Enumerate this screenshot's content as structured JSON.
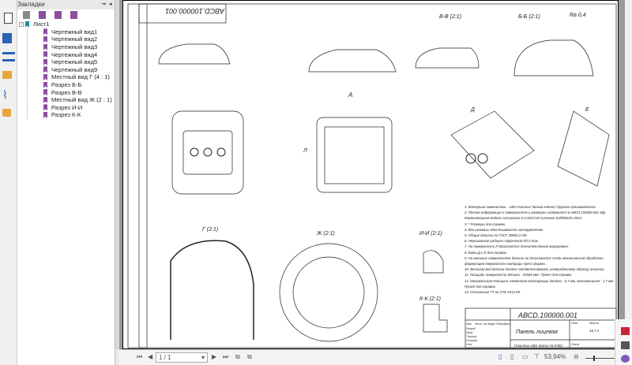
{
  "panel": {
    "title": "Закладки",
    "pin": "⇥",
    "collapse": "◂"
  },
  "sidebar_icons": [
    "page-icon",
    "pages-icon",
    "layers-icon",
    "comments-icon",
    "attachment-icon",
    "lock-icon"
  ],
  "tree": {
    "root": "Лист1",
    "items": [
      "Чертежный вид1",
      "Чертежный вид2",
      "Чертежный вид3",
      "Чертежный вид4",
      "Чертежный вид5",
      "Чертежный вид9",
      "Местный вид Г (4 : 1)",
      "Разрез Б-Б",
      "Разрез В-В",
      "Местный вид Ж (2 : 1)",
      "Разрез И-И",
      "Разрез К-К"
    ]
  },
  "drawing": {
    "stamp_inverted": "АВСD.100000.001",
    "views": {
      "a": "А",
      "bb": "Б-Б (2:1)",
      "vv": "В-В (2:1)",
      "g": "Г (2:1)",
      "zh": "Ж (2:1)",
      "ii": "И-И (2:1)",
      "kk": "К-К (2:1)",
      "d": "Д",
      "e": "Е",
      "l": "Л"
    },
    "roughness": "Ra 0,4",
    "notes": [
      "1. Материал-заменитель - ABS пластик \"Белый глянец\" другого производителя.",
      "2. Полная информация о поверхностях и размерах содержится в АВСD.100000.001 МД. Компьютерная модель построена в CAD/CAM системе SolidWorks 2013.",
      "3. * Размеры для справок.",
      "4. Все размеры обеспечиваются инструментом.",
      "5. Общие допуски по ГОСТ 30893.2-mK.",
      "6. Неуказанные радиусы скруглений R0,5 max.",
      "7. На поверхности Л допускается технологическая маркировка.",
      "8. Виды Д и Е для справок.",
      "9. На внешних поверхностях детали не допускаются следы механической обработки формующей поверхности матрицы пресс-формы.",
      "10. Внешний вид детали должен соответствовать утвержденному образцу-эталону.",
      "11. Площадь поверхности детали - 23565 мм². Пункт для справок.",
      "12. Минимальная толщина элементов конструкции детали - 0,7 мм, максимальная - 1,7 мм. Пункт для справок.",
      "13. Остальные ТТ по СТБ 1014-95."
    ],
    "title_block": {
      "designation": "АВСD.100000.001",
      "name": "Панель лицевая",
      "material": "Пластик ABS Starex HI-0760",
      "mass": "16,7 г",
      "headers": [
        "Изм.",
        "Лист",
        "№ докум.",
        "Подп.",
        "Дата"
      ],
      "roles": [
        "Разраб.",
        "Пров.",
        "Т.контр.",
        "Н.контр.",
        "Утв."
      ],
      "lit": "Лит.",
      "mass_label": "Масса",
      "sheet": "Лист"
    }
  },
  "bottombar": {
    "page": "1 / 1",
    "zoom": "53,94%"
  },
  "colors": {
    "bookmark": "#8a4f9e",
    "accent": "#1f6fbf"
  }
}
